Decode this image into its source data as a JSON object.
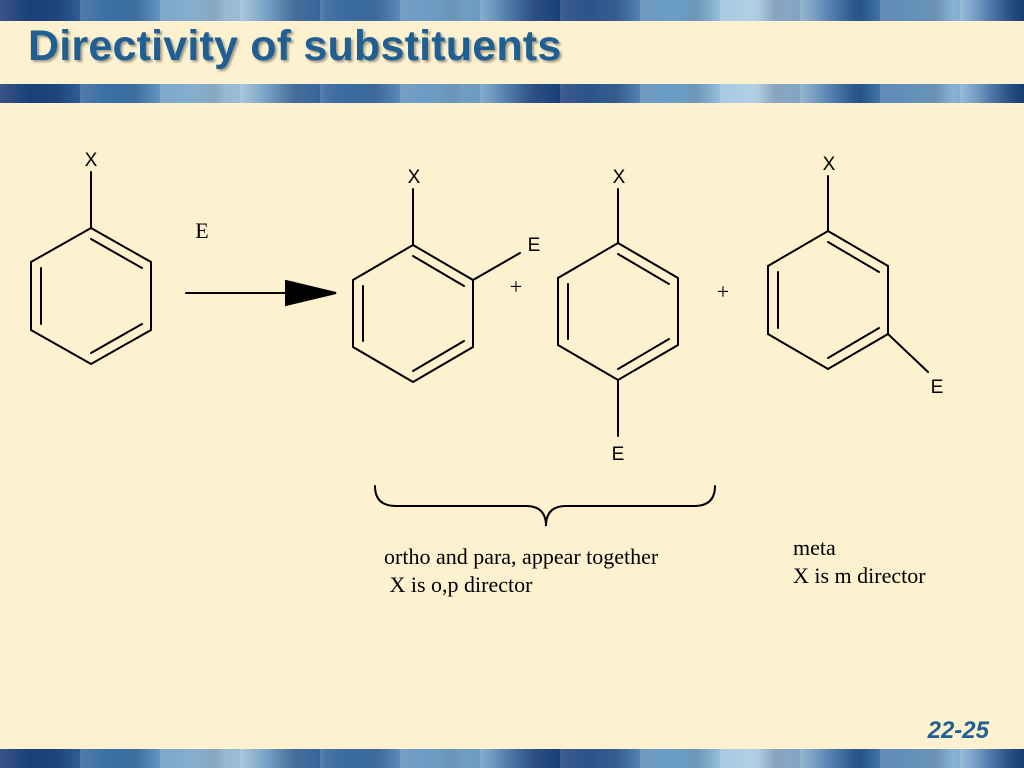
{
  "title": "Directivity of substituents",
  "slide_number": "22-25",
  "reaction": {
    "reagent": "E",
    "plus_1": "+",
    "plus_2": "+"
  },
  "molecules": {
    "reactant": {
      "substituent": "X"
    },
    "ortho_product": {
      "substituent": "X",
      "electrophile": "E"
    },
    "para_product": {
      "substituent": "X",
      "electrophile": "E"
    },
    "meta_product": {
      "substituent": "X",
      "electrophile": "E"
    }
  },
  "captions": {
    "ortho_para_line1": "ortho and para, appear together",
    "ortho_para_line2": " X is o,p director",
    "meta_line1": "meta",
    "meta_line2": "X is m director"
  }
}
